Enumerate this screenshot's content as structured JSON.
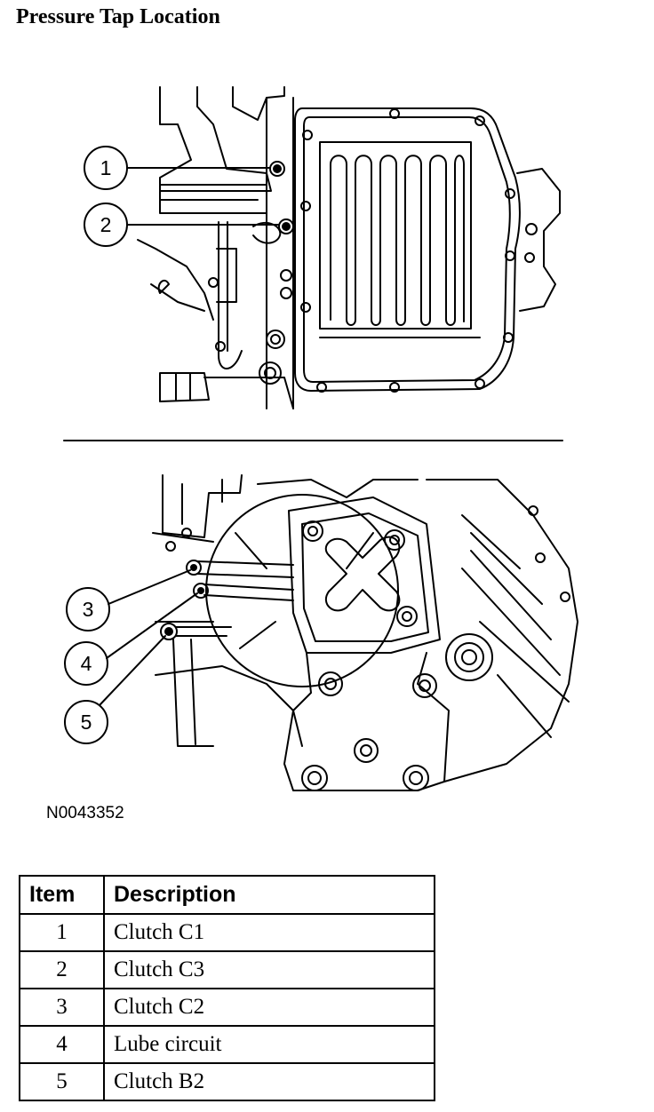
{
  "title": "Pressure Tap Location",
  "figure_id": "N0043352",
  "callouts": [
    "1",
    "2",
    "3",
    "4",
    "5"
  ],
  "legend": {
    "headers": {
      "item": "Item",
      "description": "Description"
    },
    "rows": [
      {
        "item": "1",
        "description": "Clutch C1"
      },
      {
        "item": "2",
        "description": "Clutch C3"
      },
      {
        "item": "3",
        "description": "Clutch C2"
      },
      {
        "item": "4",
        "description": "Lube circuit"
      },
      {
        "item": "5",
        "description": "Clutch B2"
      }
    ]
  }
}
